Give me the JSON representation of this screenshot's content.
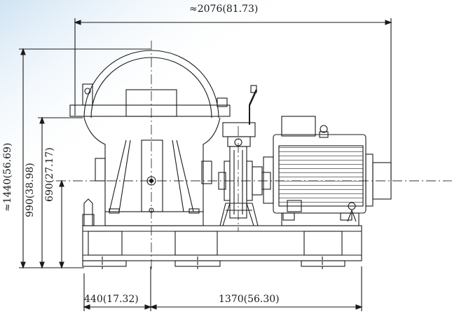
{
  "drawing": {
    "dimensions": {
      "overall_length": "≈2076(81.73)",
      "overall_height": "≈1440(56.69)",
      "base_to_top_frame": "990(38.98)",
      "shaft_center_height": "690(27.17)",
      "left_offset": "440(17.32)",
      "base_span": "1370(56.30)"
    },
    "colors": {
      "background_tint": "#cfe3f3",
      "line": "#1a1a1a",
      "centerline": "#333333"
    }
  }
}
